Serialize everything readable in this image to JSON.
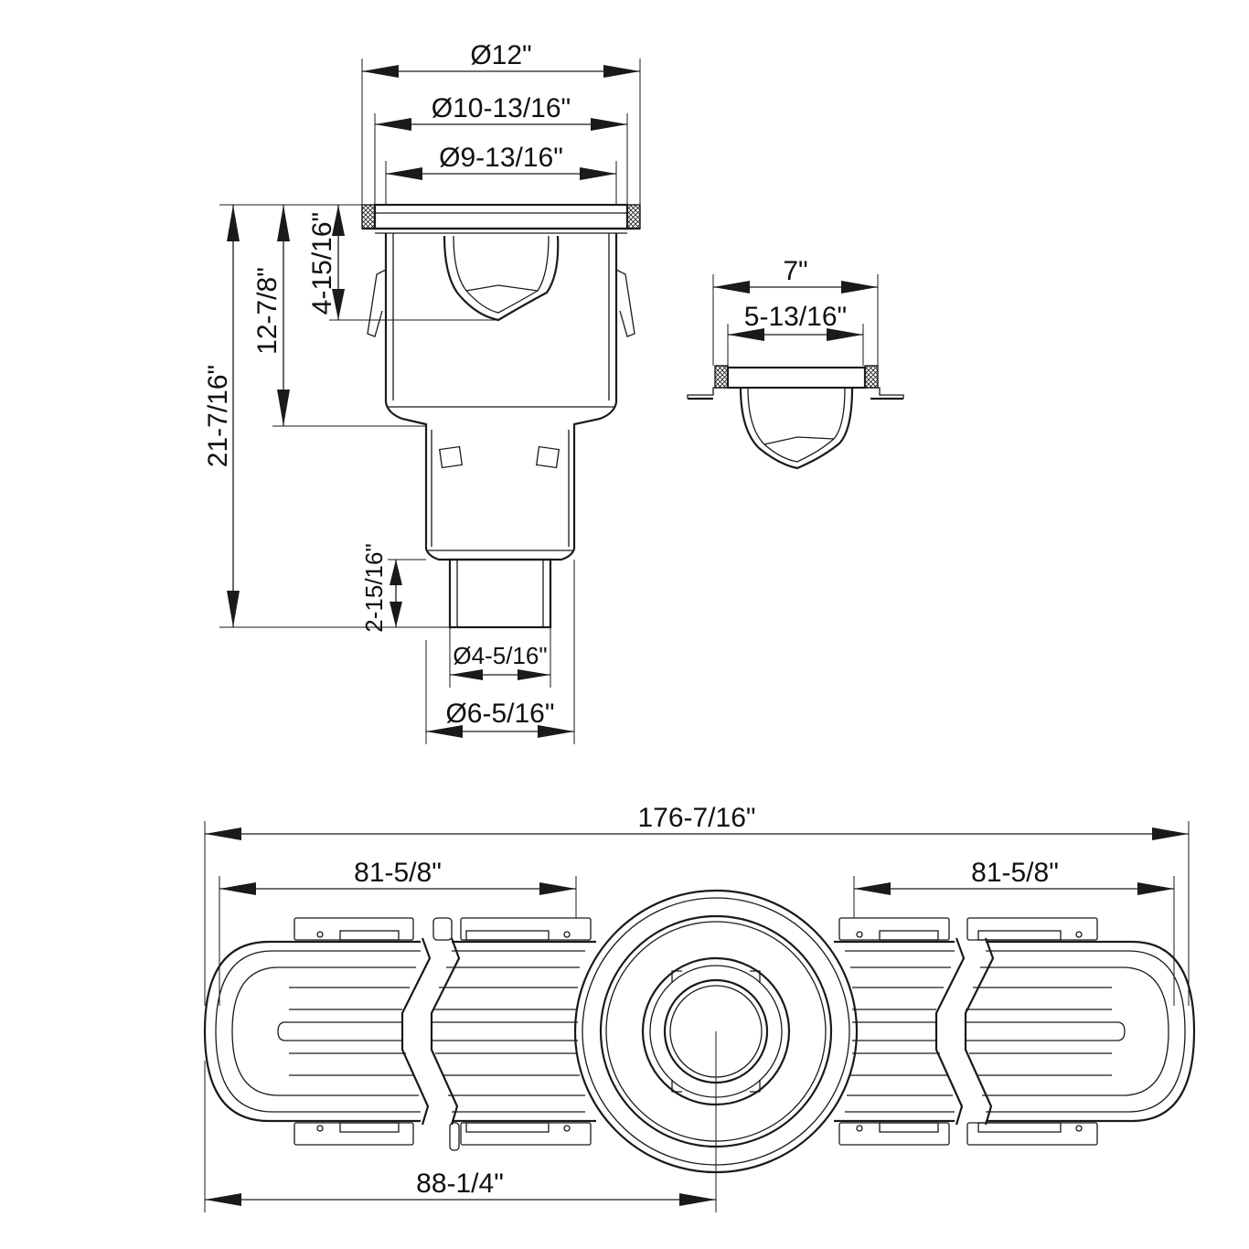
{
  "drawing": {
    "dimensions": {
      "d_12": "Ø12\"",
      "d_10_13_16": "Ø10-13/16\"",
      "d_9_13_16": "Ø9-13/16\"",
      "h_21_7_16": "21-7/16\"",
      "h_12_7_8": "12-7/8\"",
      "h_4_15_16": "4-15/16\"",
      "h_2_15_16": "2-15/16\"",
      "d_4_5_16": "Ø4-5/16\"",
      "d_6_5_16": "Ø6-5/16\"",
      "w_7": "7\"",
      "w_5_13_16": "5-13/16\"",
      "l_176_7_16": "176-7/16\"",
      "l_81_5_8_left": "81-5/8\"",
      "l_81_5_8_right": "81-5/8\"",
      "l_88_1_4": "88-1/4\""
    }
  }
}
